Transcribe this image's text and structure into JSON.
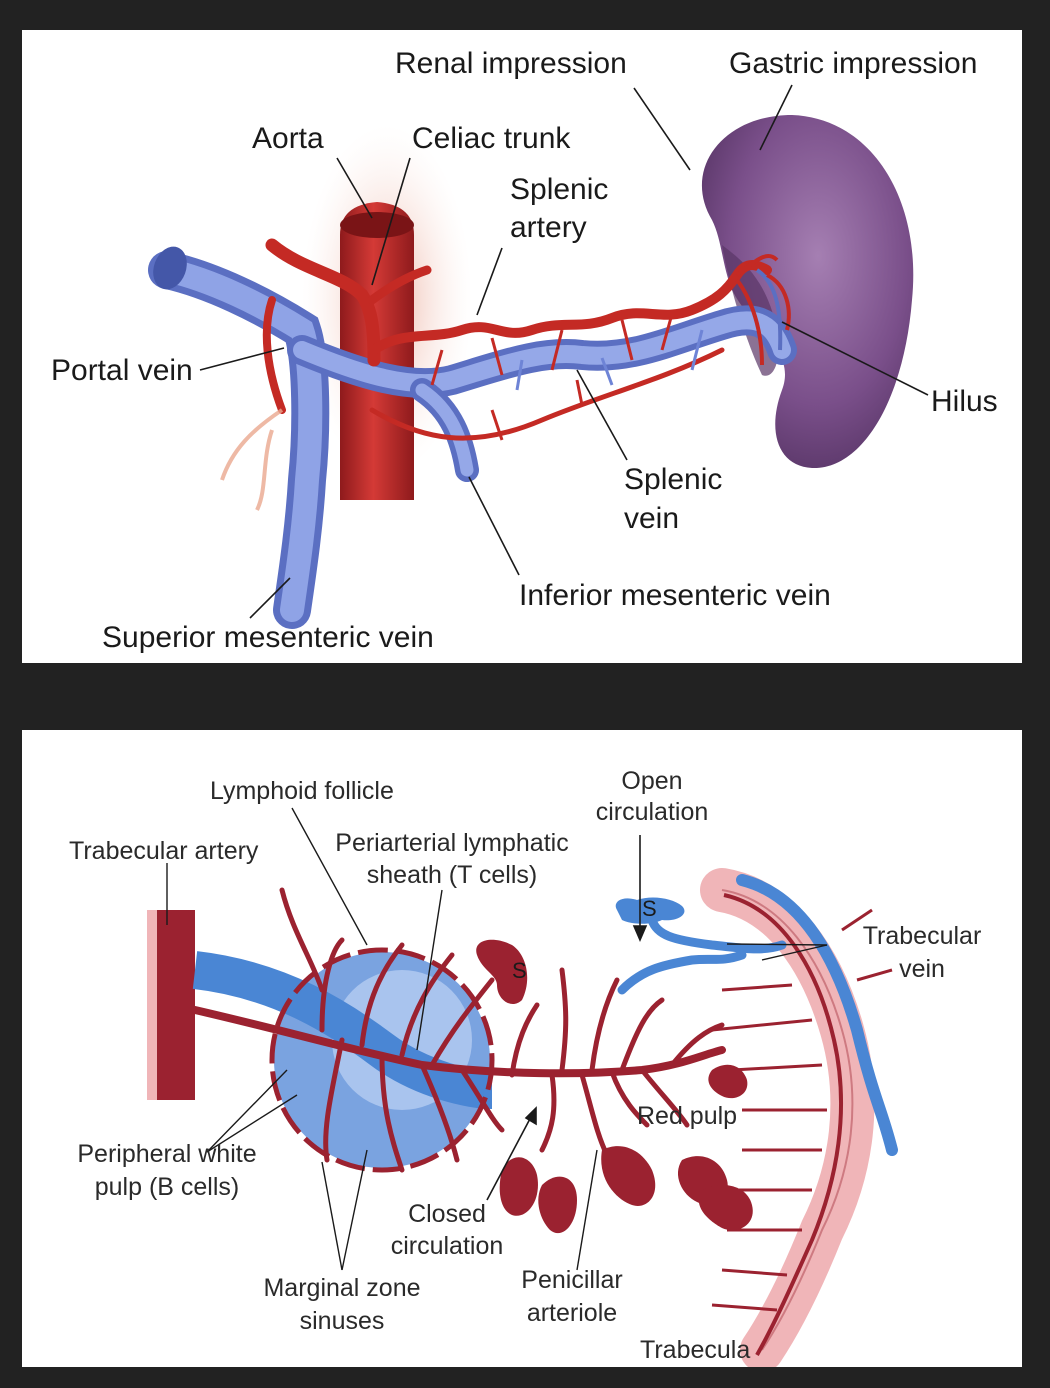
{
  "top_panel": {
    "labels": {
      "renal_impression": "Renal impression",
      "gastric_impression": "Gastric impression",
      "aorta": "Aorta",
      "celiac_trunk": "Celiac trunk",
      "splenic_artery_1": "Splenic",
      "splenic_artery_2": "artery",
      "portal_vein": "Portal vein",
      "hilus": "Hilus",
      "splenic_vein_1": "Splenic",
      "splenic_vein_2": "vein",
      "inferior_mesenteric_vein": "Inferior mesenteric vein",
      "superior_mesenteric_vein": "Superior mesenteric vein"
    },
    "colors": {
      "artery": "#c42a24",
      "vein": "#7d93d8",
      "spleen": "#7a4f8a",
      "aorta": "#b8282a"
    }
  },
  "bottom_panel": {
    "labels": {
      "lymphoid_follicle": "Lymphoid follicle",
      "open_circulation_1": "Open",
      "open_circulation_2": "circulation",
      "trabecular_artery": "Trabecular artery",
      "periarterial_1": "Periarterial lymphatic",
      "periarterial_2": "sheath (T cells)",
      "trabecular_vein_1": "Trabecular",
      "trabecular_vein_2": "vein",
      "red_pulp": "Red pulp",
      "peripheral_white_pulp_1": "Peripheral white",
      "peripheral_white_pulp_2": "pulp (B cells)",
      "closed_circulation_1": "Closed",
      "closed_circulation_2": "circulation",
      "marginal_zone_1": "Marginal zone",
      "marginal_zone_2": "sinuses",
      "penicillar_1": "Penicillar",
      "penicillar_2": "arteriole",
      "trabecula": "Trabecula",
      "sinus_marker": "S"
    },
    "colors": {
      "artery": "#9b2230",
      "vein": "#4a86d4",
      "follicle": "#7aa3e0",
      "trabecula": "#f0b5b8"
    }
  }
}
